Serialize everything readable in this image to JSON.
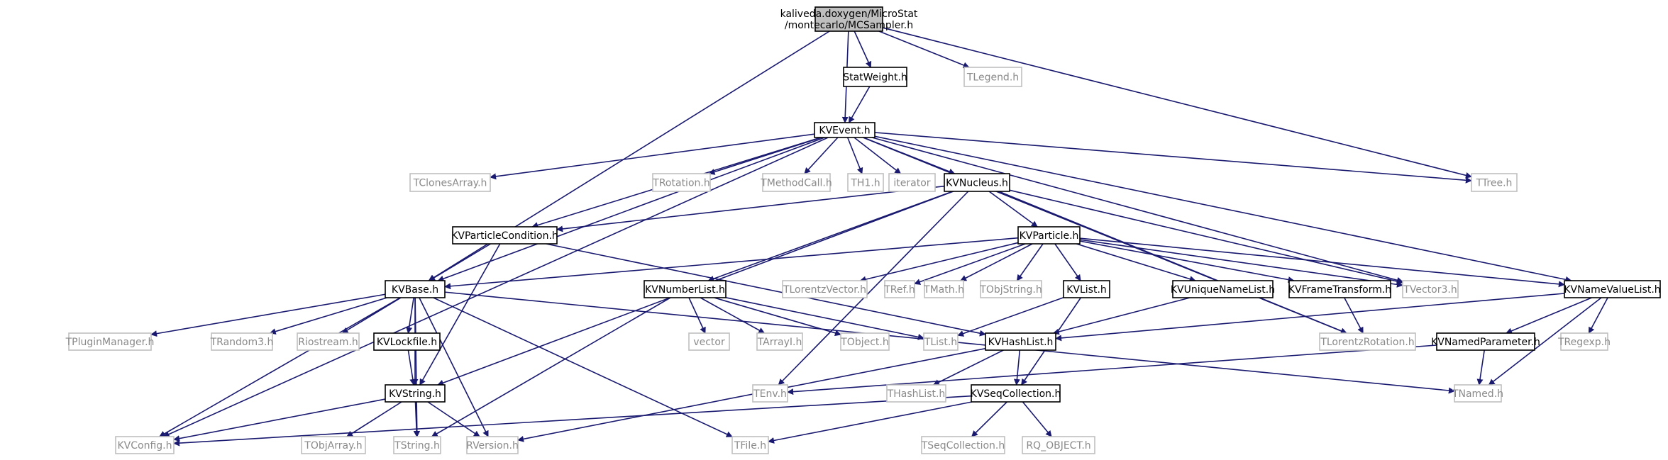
{
  "diagram": {
    "nodes": [
      {
        "id": "root",
        "lines": [
          "kaliveda.doxygen/MicroStat",
          "/montecarlo/MCSampler.h"
        ],
        "kind": "root"
      },
      {
        "id": "StatWeight",
        "lines": [
          "StatWeight.h"
        ],
        "kind": "doc"
      },
      {
        "id": "TLegend",
        "lines": [
          "TLegend.h"
        ],
        "kind": "ext"
      },
      {
        "id": "KVEvent",
        "lines": [
          "KVEvent.h"
        ],
        "kind": "doc"
      },
      {
        "id": "TTree",
        "lines": [
          "TTree.h"
        ],
        "kind": "ext"
      },
      {
        "id": "TClonesArray",
        "lines": [
          "TClonesArray.h"
        ],
        "kind": "ext"
      },
      {
        "id": "TRotation",
        "lines": [
          "TRotation.h"
        ],
        "kind": "ext"
      },
      {
        "id": "TMethodCall",
        "lines": [
          "TMethodCall.h"
        ],
        "kind": "ext"
      },
      {
        "id": "TH1",
        "lines": [
          "TH1.h"
        ],
        "kind": "ext"
      },
      {
        "id": "iterator",
        "lines": [
          "iterator"
        ],
        "kind": "ext"
      },
      {
        "id": "KVNucleus",
        "lines": [
          "KVNucleus.h"
        ],
        "kind": "doc"
      },
      {
        "id": "KVParticleCondition",
        "lines": [
          "KVParticleCondition.h"
        ],
        "kind": "doc"
      },
      {
        "id": "KVParticle",
        "lines": [
          "KVParticle.h"
        ],
        "kind": "doc"
      },
      {
        "id": "KVBase",
        "lines": [
          "KVBase.h"
        ],
        "kind": "doc"
      },
      {
        "id": "KVNumberList",
        "lines": [
          "KVNumberList.h"
        ],
        "kind": "doc"
      },
      {
        "id": "TLorentzVector",
        "lines": [
          "TLorentzVector.h"
        ],
        "kind": "ext"
      },
      {
        "id": "TRef",
        "lines": [
          "TRef.h"
        ],
        "kind": "ext"
      },
      {
        "id": "TMath",
        "lines": [
          "TMath.h"
        ],
        "kind": "ext"
      },
      {
        "id": "TObjString",
        "lines": [
          "TObjString.h"
        ],
        "kind": "ext"
      },
      {
        "id": "KVList",
        "lines": [
          "KVList.h"
        ],
        "kind": "doc"
      },
      {
        "id": "KVUniqueNameList",
        "lines": [
          "KVUniqueNameList.h"
        ],
        "kind": "doc"
      },
      {
        "id": "KVFrameTransform",
        "lines": [
          "KVFrameTransform.h"
        ],
        "kind": "doc"
      },
      {
        "id": "TVector3",
        "lines": [
          "TVector3.h"
        ],
        "kind": "ext"
      },
      {
        "id": "KVNameValueList",
        "lines": [
          "KVNameValueList.h"
        ],
        "kind": "doc"
      },
      {
        "id": "TPluginManager",
        "lines": [
          "TPluginManager.h"
        ],
        "kind": "ext"
      },
      {
        "id": "TRandom3",
        "lines": [
          "TRandom3.h"
        ],
        "kind": "ext"
      },
      {
        "id": "Riostream",
        "lines": [
          "Riostream.h"
        ],
        "kind": "ext"
      },
      {
        "id": "KVLockfile",
        "lines": [
          "KVLockfile.h"
        ],
        "kind": "doc"
      },
      {
        "id": "vector",
        "lines": [
          "vector"
        ],
        "kind": "ext"
      },
      {
        "id": "TArrayI",
        "lines": [
          "TArrayI.h"
        ],
        "kind": "ext"
      },
      {
        "id": "TObject",
        "lines": [
          "TObject.h"
        ],
        "kind": "ext"
      },
      {
        "id": "TList",
        "lines": [
          "TList.h"
        ],
        "kind": "ext"
      },
      {
        "id": "KVHashList",
        "lines": [
          "KVHashList.h"
        ],
        "kind": "doc"
      },
      {
        "id": "TLorentzRotation",
        "lines": [
          "TLorentzRotation.h"
        ],
        "kind": "ext"
      },
      {
        "id": "KVNamedParameter",
        "lines": [
          "KVNamedParameter.h"
        ],
        "kind": "doc"
      },
      {
        "id": "TRegexp",
        "lines": [
          "TRegexp.h"
        ],
        "kind": "ext"
      },
      {
        "id": "TEnv",
        "lines": [
          "TEnv.h"
        ],
        "kind": "ext"
      },
      {
        "id": "THashList",
        "lines": [
          "THashList.h"
        ],
        "kind": "ext"
      },
      {
        "id": "TNamed",
        "lines": [
          "TNamed.h"
        ],
        "kind": "ext"
      },
      {
        "id": "KVString",
        "lines": [
          "KVString.h"
        ],
        "kind": "doc"
      },
      {
        "id": "KVSeqCollection",
        "lines": [
          "KVSeqCollection.h"
        ],
        "kind": "doc"
      },
      {
        "id": "KVConfig",
        "lines": [
          "KVConfig.h"
        ],
        "kind": "ext"
      },
      {
        "id": "TObjArray",
        "lines": [
          "TObjArray.h"
        ],
        "kind": "ext"
      },
      {
        "id": "TString",
        "lines": [
          "TString.h"
        ],
        "kind": "ext"
      },
      {
        "id": "RVersion",
        "lines": [
          "RVersion.h"
        ],
        "kind": "ext"
      },
      {
        "id": "TFile",
        "lines": [
          "TFile.h"
        ],
        "kind": "ext"
      },
      {
        "id": "TSeqCollection",
        "lines": [
          "TSeqCollection.h"
        ],
        "kind": "ext"
      },
      {
        "id": "RQ_OBJECT",
        "lines": [
          "RQ_OBJECT.h"
        ],
        "kind": "ext"
      }
    ],
    "edges": [
      [
        "root",
        "StatWeight"
      ],
      [
        "root",
        "TLegend"
      ],
      [
        "root",
        "KVEvent"
      ],
      [
        "root",
        "TTree"
      ],
      [
        "root",
        "KVBase"
      ],
      [
        "StatWeight",
        "KVEvent"
      ],
      [
        "KVEvent",
        "TTree"
      ],
      [
        "KVEvent",
        "TClonesArray"
      ],
      [
        "KVEvent",
        "TRotation"
      ],
      [
        "KVEvent",
        "TMethodCall"
      ],
      [
        "KVEvent",
        "TH1"
      ],
      [
        "KVEvent",
        "iterator"
      ],
      [
        "KVEvent",
        "KVNucleus"
      ],
      [
        "KVEvent",
        "KVParticleCondition"
      ],
      [
        "KVEvent",
        "KVBase"
      ],
      [
        "KVEvent",
        "KVConfig"
      ],
      [
        "KVEvent",
        "TVector3"
      ],
      [
        "KVEvent",
        "TLorentzRotation"
      ],
      [
        "KVEvent",
        "KVNameValueList"
      ],
      [
        "KVNucleus",
        "KVParticle"
      ],
      [
        "KVNucleus",
        "KVParticleCondition"
      ],
      [
        "KVNucleus",
        "KVNumberList"
      ],
      [
        "KVNucleus",
        "KVString"
      ],
      [
        "KVNucleus",
        "TEnv"
      ],
      [
        "KVNucleus",
        "TVector3"
      ],
      [
        "KVNucleus",
        "TLorentzRotation"
      ],
      [
        "KVParticleCondition",
        "KVBase"
      ],
      [
        "KVParticleCondition",
        "KVString"
      ],
      [
        "KVParticleCondition",
        "KVHashList"
      ],
      [
        "KVParticle",
        "KVBase"
      ],
      [
        "KVParticle",
        "TLorentzVector"
      ],
      [
        "KVParticle",
        "TRef"
      ],
      [
        "KVParticle",
        "TMath"
      ],
      [
        "KVParticle",
        "TObjString"
      ],
      [
        "KVParticle",
        "KVList"
      ],
      [
        "KVParticle",
        "KVUniqueNameList"
      ],
      [
        "KVParticle",
        "KVFrameTransform"
      ],
      [
        "KVParticle",
        "TVector3"
      ],
      [
        "KVParticle",
        "KVNameValueList"
      ],
      [
        "KVBase",
        "TPluginManager"
      ],
      [
        "KVBase",
        "TRandom3"
      ],
      [
        "KVBase",
        "Riostream"
      ],
      [
        "KVBase",
        "KVLockfile"
      ],
      [
        "KVBase",
        "KVString"
      ],
      [
        "KVBase",
        "KVConfig"
      ],
      [
        "KVBase",
        "TString"
      ],
      [
        "KVBase",
        "RVersion"
      ],
      [
        "KVBase",
        "TFile"
      ],
      [
        "KVBase",
        "TNamed"
      ],
      [
        "KVNumberList",
        "vector"
      ],
      [
        "KVNumberList",
        "TArrayI"
      ],
      [
        "KVNumberList",
        "TObject"
      ],
      [
        "KVNumberList",
        "TList"
      ],
      [
        "KVNumberList",
        "TString"
      ],
      [
        "KVList",
        "TList"
      ],
      [
        "KVList",
        "KVSeqCollection"
      ],
      [
        "KVUniqueNameList",
        "KVHashList"
      ],
      [
        "KVFrameTransform",
        "TLorentzRotation"
      ],
      [
        "KVNameValueList",
        "KVHashList"
      ],
      [
        "KVNameValueList",
        "KVNamedParameter"
      ],
      [
        "KVNameValueList",
        "TRegexp"
      ],
      [
        "KVNameValueList",
        "TNamed"
      ],
      [
        "KVLockfile",
        "KVString"
      ],
      [
        "KVHashList",
        "THashList"
      ],
      [
        "KVHashList",
        "KVSeqCollection"
      ],
      [
        "KVHashList",
        "RVersion"
      ],
      [
        "KVNamedParameter",
        "TEnv"
      ],
      [
        "KVNamedParameter",
        "TNamed"
      ],
      [
        "KVString",
        "KVConfig"
      ],
      [
        "KVString",
        "TObjArray"
      ],
      [
        "KVString",
        "TString"
      ],
      [
        "KVString",
        "RVersion"
      ],
      [
        "KVSeqCollection",
        "KVConfig"
      ],
      [
        "KVSeqCollection",
        "TFile"
      ],
      [
        "KVSeqCollection",
        "TSeqCollection"
      ],
      [
        "KVSeqCollection",
        "RQ_OBJECT"
      ]
    ]
  }
}
